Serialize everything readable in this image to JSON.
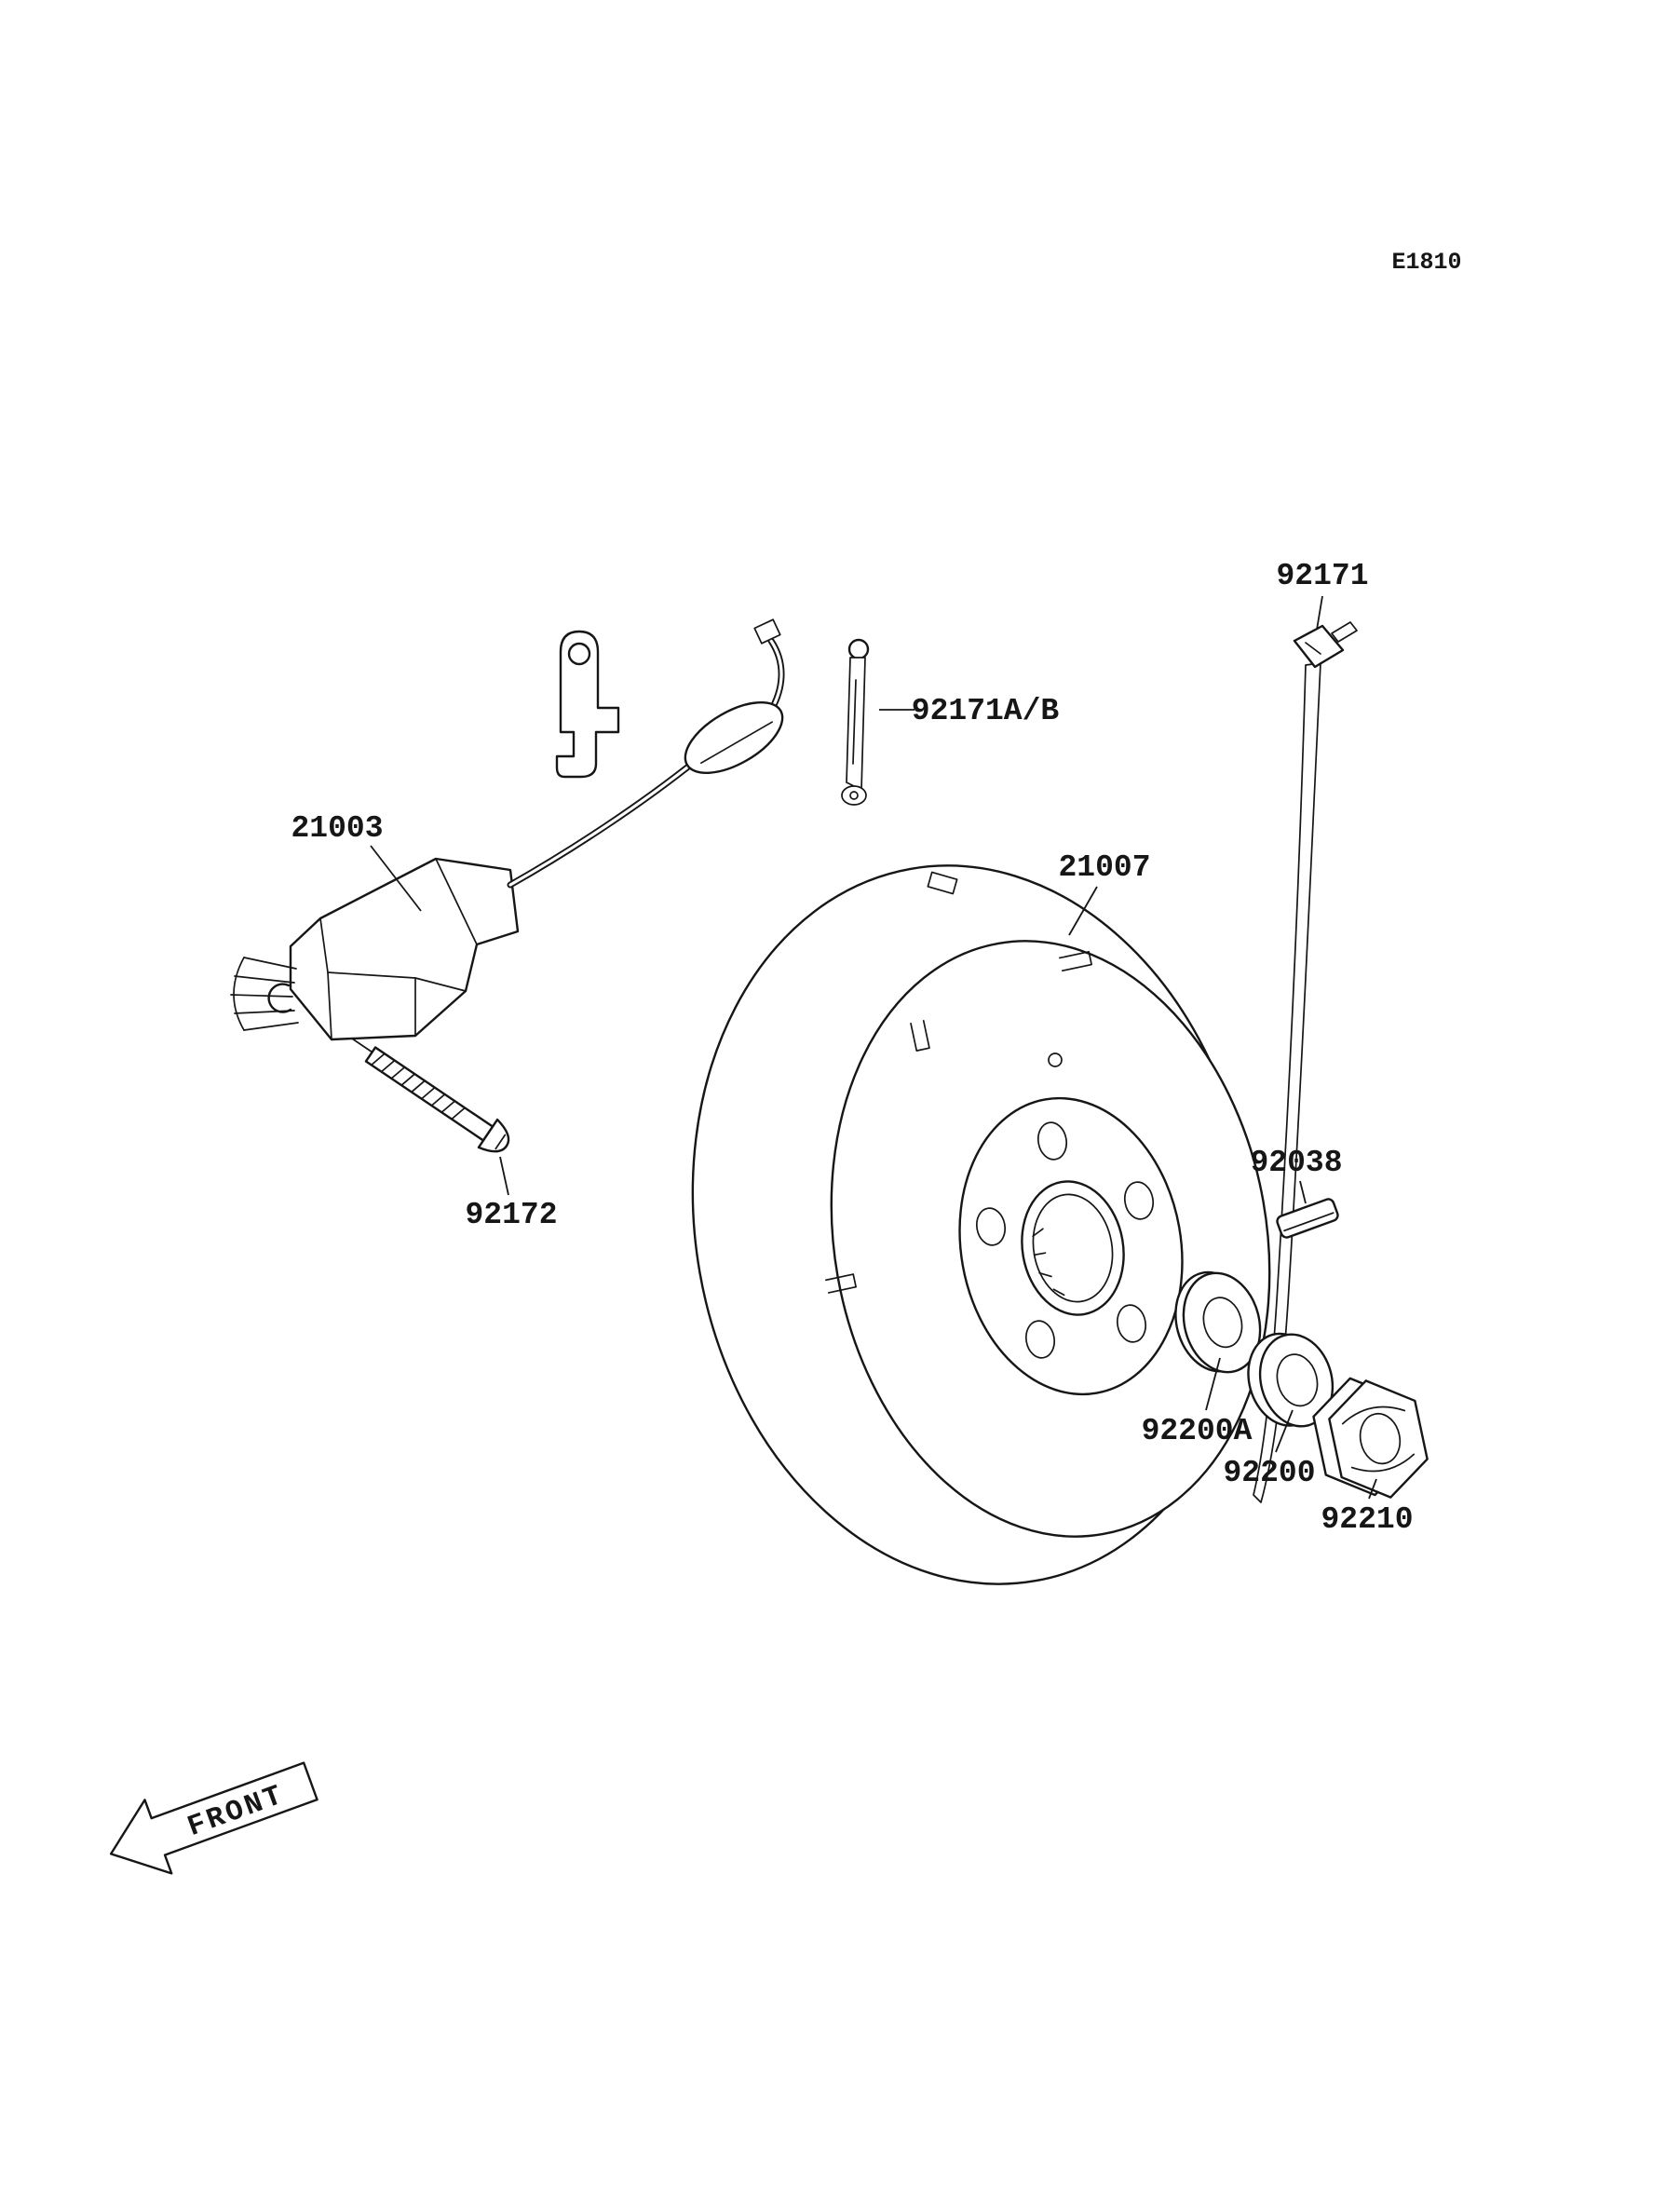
{
  "page": {
    "code": "E1810"
  },
  "parts": {
    "k92171": "92171",
    "k92171ab": "92171A/B",
    "k21003": "21003",
    "k21007": "21007",
    "k92038": "92038",
    "k92172": "92172",
    "k92200a": "92200A",
    "k92200": "92200",
    "k92210": "92210"
  },
  "front_marker": {
    "label": "FRONT"
  }
}
